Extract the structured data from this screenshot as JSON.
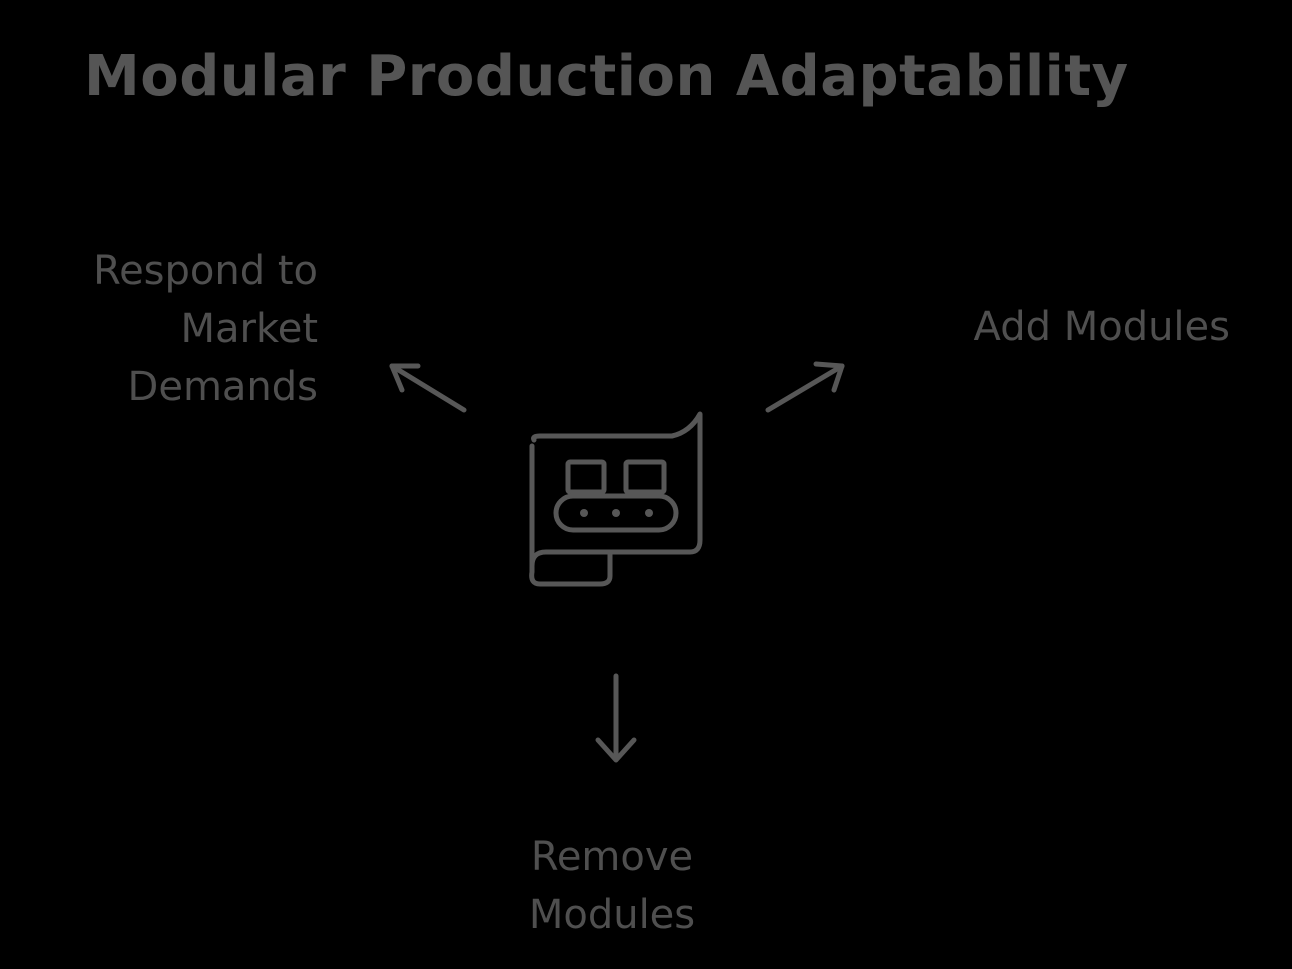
{
  "title": "Modular Production Adaptability",
  "center_icon": "conveyor-belt-scroll-icon",
  "nodes": {
    "respond": {
      "lines": [
        "Respond to",
        "Market",
        "Demands"
      ]
    },
    "add": {
      "lines": [
        "Add Modules"
      ]
    },
    "remove": {
      "lines": [
        "Remove",
        "Modules"
      ]
    }
  },
  "colors": {
    "background": "#000000",
    "title": "#555555",
    "text": "#4f4f4f",
    "stroke": "#575757"
  }
}
